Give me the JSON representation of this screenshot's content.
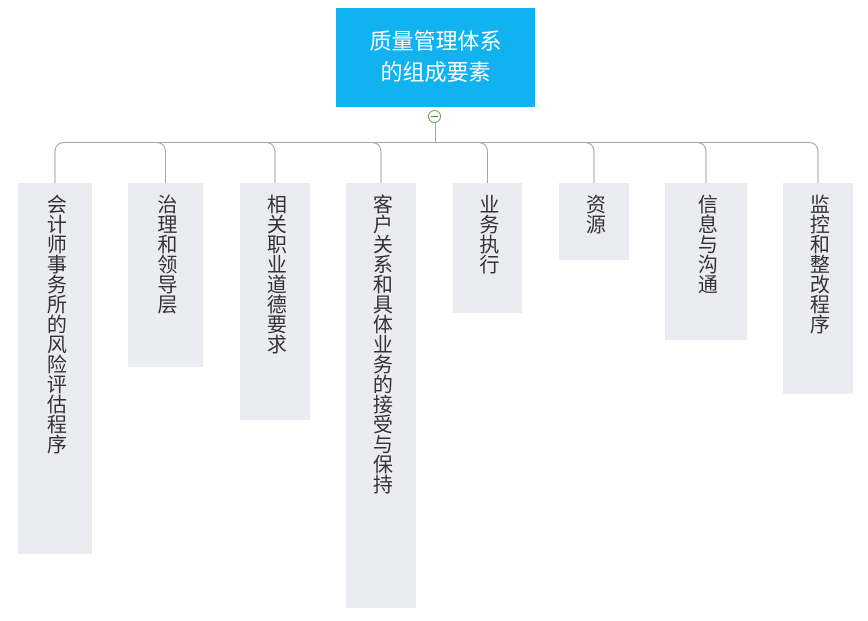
{
  "diagram": {
    "root": {
      "lines": [
        "质量管理体系",
        "的组成要素"
      ]
    },
    "children": [
      {
        "label": "会计师事务所的风险评估程序"
      },
      {
        "label": "治理和领导层"
      },
      {
        "label": "相关职业道德要求"
      },
      {
        "label": "客户关系和具体业务的接受与保持"
      },
      {
        "label": "业务执行"
      },
      {
        "label": "资源"
      },
      {
        "label": "信息与沟通"
      },
      {
        "label": "监控和整改程序"
      }
    ],
    "colors": {
      "root_fill": "#10b2f0",
      "root_text": "#ffffff",
      "child_fill": "#ebebf2",
      "child_text": "#333333",
      "connector": "#a6a6a6",
      "toggle": "#6aa84f"
    },
    "collapse_toggle": {
      "icon": "minus-circle-icon",
      "state": "expanded"
    }
  }
}
